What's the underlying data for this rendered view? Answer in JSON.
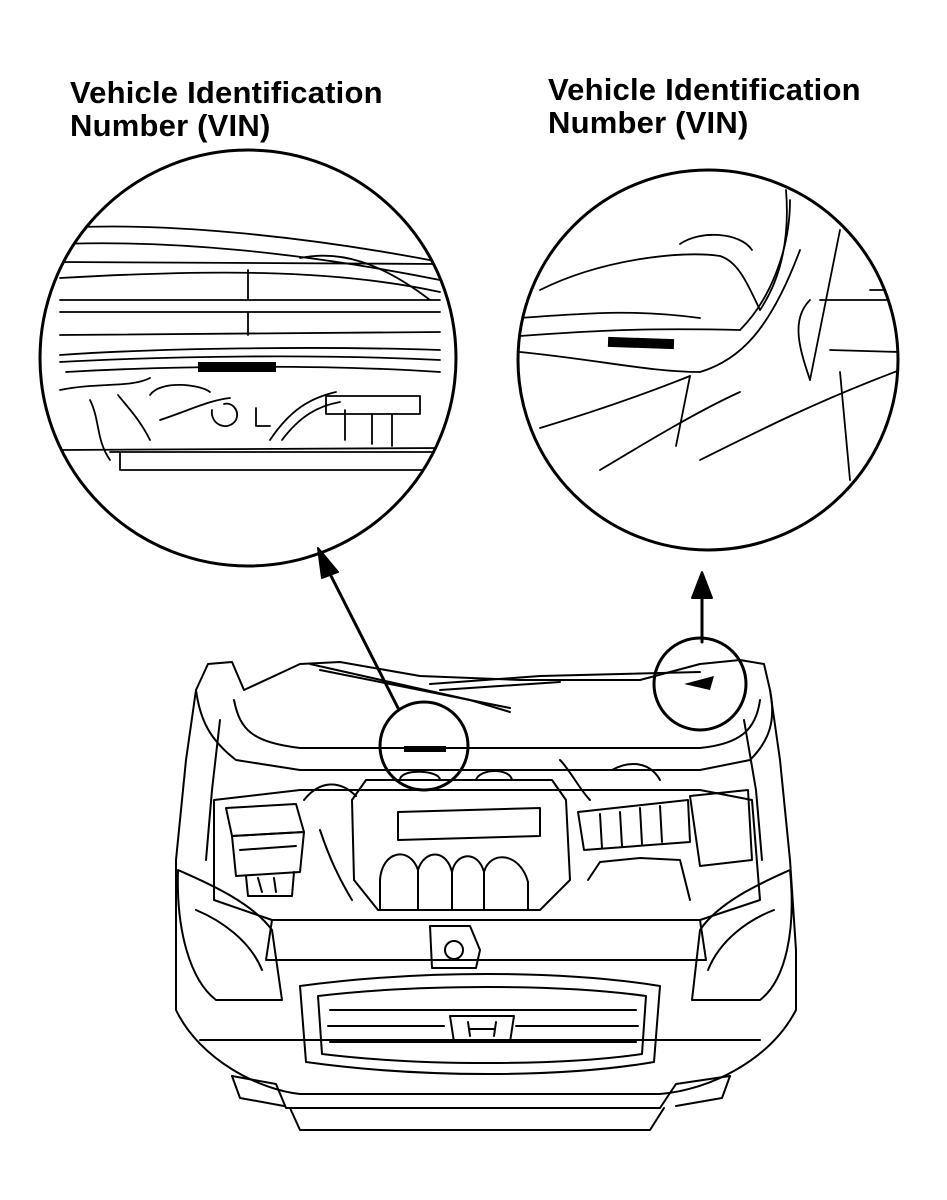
{
  "callouts": {
    "left": {
      "line1": "Vehicle Identification",
      "line2": "Number (VIN)"
    },
    "right": {
      "line1": "Vehicle Identification",
      "line2": "Number (VIN)"
    }
  },
  "colors": {
    "ink": "#000000",
    "paper": "#ffffff"
  }
}
